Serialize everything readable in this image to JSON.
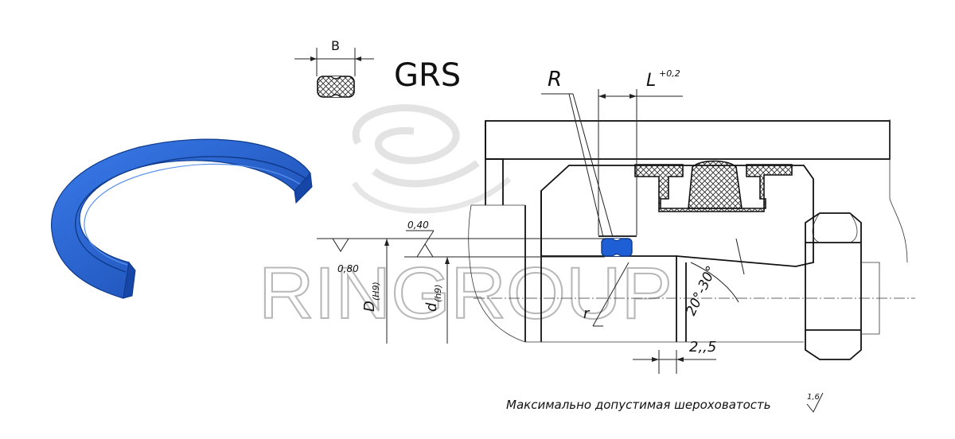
{
  "colors": {
    "ring_blue": "#1e5fd6",
    "ring_blue_dark": "#1646a8",
    "ring_blue_light": "#3b7cec",
    "line": "#111111",
    "watermark": "#b8b8b8"
  },
  "profile_legend": {
    "width_label": "B",
    "profile_name": "GRS"
  },
  "watermark": {
    "text": "RINGROUP"
  },
  "dimensions": {
    "radius_R": "R",
    "groove_L": "L",
    "groove_L_tolerance": "+0,2",
    "roughness_top": "0,40",
    "roughness_bottom": "0,80",
    "bore_D": "D",
    "bore_D_fit": "(H9)",
    "shaft_d": "d",
    "shaft_d_fit": "(h9)",
    "small_radius_r": "r",
    "chamfer_angle": "20°-30°",
    "chamfer_length": "2,,5"
  },
  "footer": {
    "note": "Максимально допустимая шероховатость",
    "roughness_value": "1,6"
  }
}
